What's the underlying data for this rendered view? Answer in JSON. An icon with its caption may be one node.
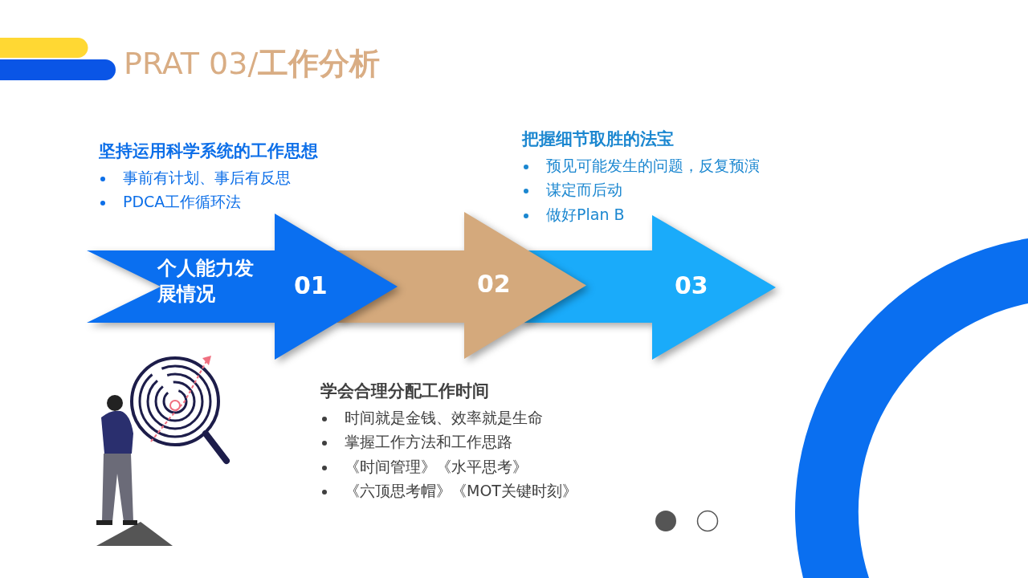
{
  "diagram": {
    "title": "PRAT 03/**工作分析**",
    "nodes": [
      {
        "text": [
          "个人能力发展情况",
          "01"
        ]
      },
      {
        "text": [
          "02"
        ]
      },
      {
        "text": [
          "03"
        ]
      }
    ],
    "labels": [
      "坚持运用科学系统的工作思想",
      "事前有计划、事后有反思",
      "PDCA工作循环法",
      "把握细节取胜的法宝",
      "预见可能发生的问题，反复预演",
      "谋定而后动",
      "做好Plan B",
      "学会合理分配工作时间",
      "时间就是金钱、效率就是生命",
      "掌握工作方法和工作思路",
      "《时间管理》《水平思考》",
      "《六顶思考帽》《MOT关键时刻》"
    ]
  }
}
